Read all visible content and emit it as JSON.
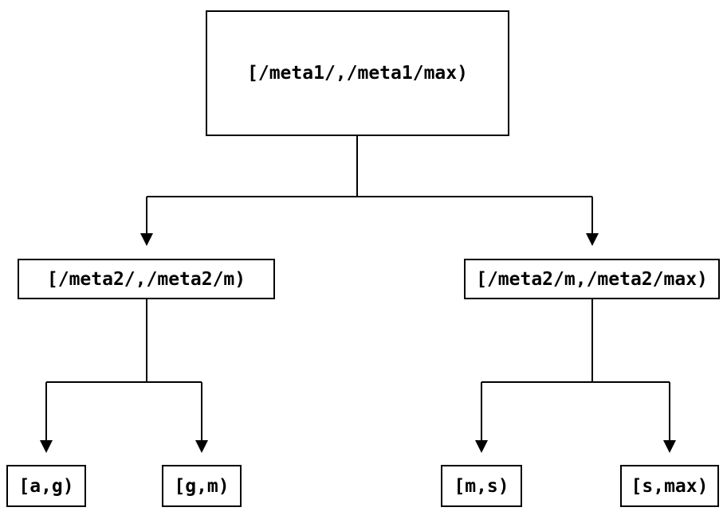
{
  "diagram": {
    "title": "interval-partition-tree",
    "background_color": "#ffffff",
    "line_color": "#000000",
    "nodes": {
      "root": "[/meta1/,/meta1/max)",
      "left_child": "[/meta2/,/meta2/m)",
      "right_child": "[/meta2/m,/meta2/max)",
      "leaf_ag": "[a,g)",
      "leaf_gm": "[g,m)",
      "leaf_ms": "[m,s)",
      "leaf_smax": "[s,max)"
    }
  }
}
